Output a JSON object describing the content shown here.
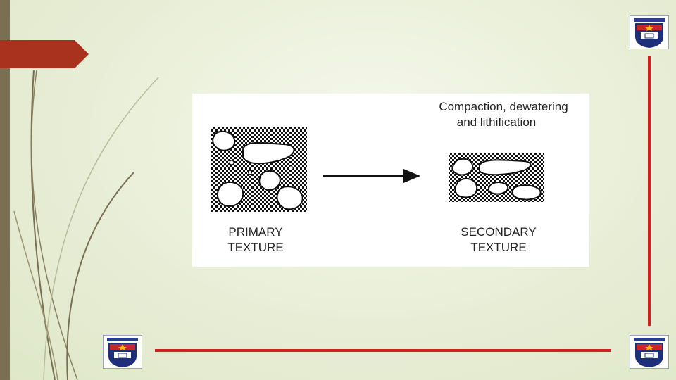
{
  "figure": {
    "process_label_line1": "Compaction, dewatering",
    "process_label_line2": "and lithification",
    "primary_line1": "PRIMARY",
    "primary_line2": "TEXTURE",
    "secondary_line1": "SECONDARY",
    "secondary_line2": "TEXTURE"
  },
  "colors": {
    "accent_red": "#d42020",
    "tab_red": "#a8321e",
    "left_bar": "#7a6f52"
  },
  "icons": [
    "university-logo-icon",
    "arrow-tab-icon"
  ]
}
